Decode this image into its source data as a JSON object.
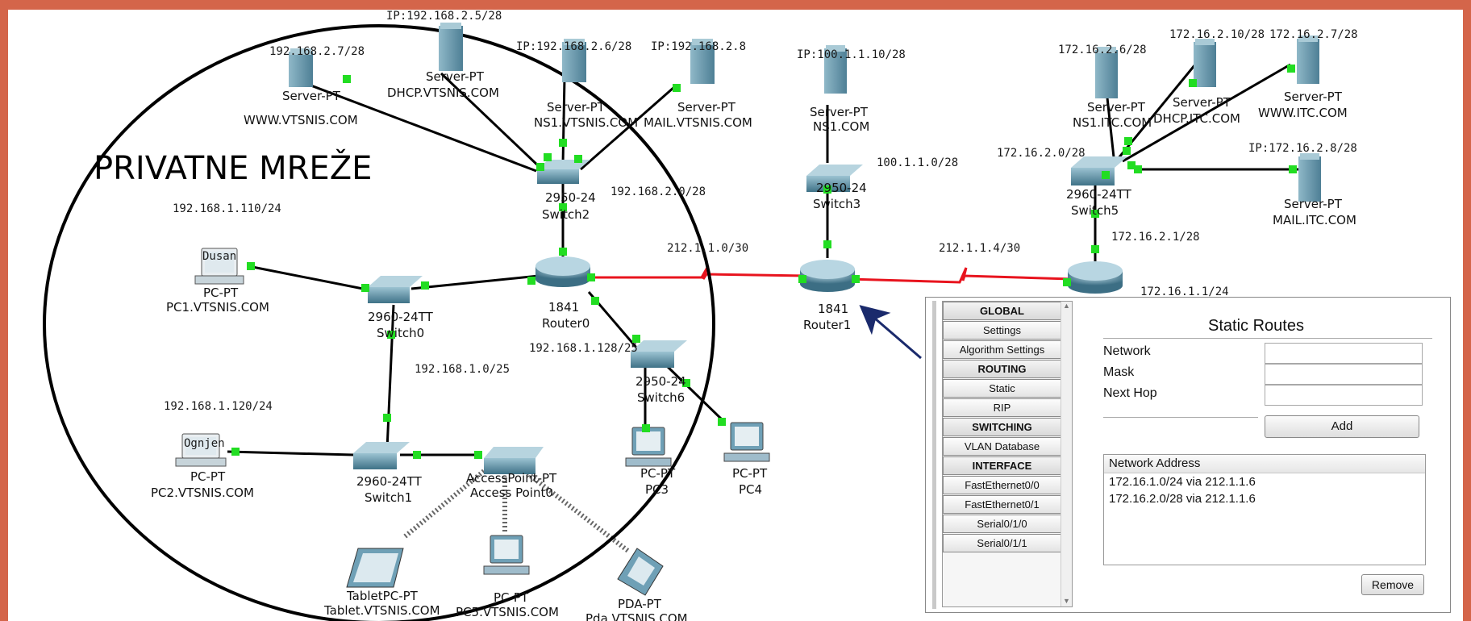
{
  "title": "PRIVATNE MREŽE",
  "devices": {
    "web_server": {
      "type": "Server-PT",
      "name": "WWW.VTSNIS.COM",
      "ip": "192.168.2.7/28"
    },
    "dhcp_server": {
      "type": "Server-PT",
      "name": "DHCP.VTSNIS.COM",
      "ip": "IP:192.168.2.5/28"
    },
    "ns1_server": {
      "type": "Server-PT",
      "name": "NS1.VTSNIS.COM",
      "ip": "IP:192.168.2.6/28"
    },
    "mail_server": {
      "type": "Server-PT",
      "name": "MAIL.VTSNIS.COM",
      "ip": "IP:192.168.2.8"
    },
    "switch2": {
      "model": "2950-24",
      "name": "Switch2",
      "net": "192.168.2.0/28"
    },
    "router0": {
      "model": "1841",
      "name": "Router0"
    },
    "switch0": {
      "model": "2960-24TT",
      "name": "Switch0"
    },
    "pc1": {
      "type": "PC-PT",
      "name": "PC1.VTSNIS.COM",
      "user": "Dusan",
      "ip": "192.168.1.110/24"
    },
    "lan_net": "192.168.1.0/25",
    "pc2": {
      "type": "PC-PT",
      "name": "PC2.VTSNIS.COM",
      "user": "Ognjen",
      "ip": "192.168.1.120/24"
    },
    "switch1": {
      "model": "2960-24TT",
      "name": "Switch1"
    },
    "ap": {
      "type": "AccessPoint-PT",
      "name": "Access Point0"
    },
    "tablet": {
      "type": "TabletPC-PT",
      "name": "Tablet.VTSNIS.COM"
    },
    "pc5": {
      "type": "PC-PT",
      "name": "PC5.VTSNIS.COM"
    },
    "pda": {
      "type": "PDA-PT",
      "name": "Pda.VTSNIS.COM"
    },
    "switch6": {
      "model": "2950-24",
      "name": "Switch6",
      "net": "192.168.1.128/25"
    },
    "pc3": {
      "type": "PC-PT",
      "name": "PC3"
    },
    "pc4": {
      "type": "PC-PT",
      "name": "PC4"
    },
    "wan1": "212.1.1.0/30",
    "router1": {
      "model": "1841",
      "name": "Router1"
    },
    "switch3": {
      "model": "2950-24",
      "name": "Switch3",
      "net": "100.1.1.0/28"
    },
    "ns1_public": {
      "type": "Server-PT",
      "name": "NS1.COM",
      "ip": "IP:100.1.1.10/28"
    },
    "wan2": "212.1.1.4/30",
    "router2": {
      "ip": "172.16.1.1/24"
    },
    "switch5": {
      "model": "2960-24TT",
      "name": "Switch5",
      "net": "172.16.2.0/28",
      "gw": "172.16.2.1/28"
    },
    "itc_ns1": {
      "type": "Server-PT",
      "name": "NS1.ITC.COM",
      "ip": "172.16.2.6/28"
    },
    "itc_dhcp": {
      "type": "Server-PT",
      "name": "DHCP.ITC.COM",
      "ip": "172.16.2.10/28"
    },
    "itc_www": {
      "type": "Server-PT",
      "name": "WWW.ITC.COM",
      "ip": "172.16.2.7/28"
    },
    "itc_mail": {
      "type": "Server-PT",
      "name": "MAIL.ITC.COM",
      "ip": "IP:172.16.2.8/28"
    }
  },
  "panel": {
    "menu": [
      {
        "label": "GLOBAL",
        "header": true
      },
      {
        "label": "Settings",
        "header": false
      },
      {
        "label": "Algorithm Settings",
        "header": false
      },
      {
        "label": "ROUTING",
        "header": true
      },
      {
        "label": "Static",
        "header": false
      },
      {
        "label": "RIP",
        "header": false
      },
      {
        "label": "SWITCHING",
        "header": true
      },
      {
        "label": "VLAN Database",
        "header": false
      },
      {
        "label": "INTERFACE",
        "header": true
      },
      {
        "label": "FastEthernet0/0",
        "header": false
      },
      {
        "label": "FastEthernet0/1",
        "header": false
      },
      {
        "label": "Serial0/1/0",
        "header": false
      },
      {
        "label": "Serial0/1/1",
        "header": false
      }
    ],
    "title": "Static Routes",
    "network_label": "Network",
    "mask_label": "Mask",
    "next_hop_label": "Next Hop",
    "network_value": "",
    "mask_value": "",
    "next_hop_value": "",
    "add_label": "Add",
    "routes_header": "Network Address",
    "routes": [
      "172.16.1.0/24 via 212.1.1.6",
      "172.16.2.0/28 via 212.1.1.6"
    ],
    "remove_label": "Remove"
  },
  "colors": {
    "serial_link": "#e8141e",
    "port_green": "#22dd22",
    "device_blue": "#6fa0b6",
    "frame": "#d4654a"
  }
}
